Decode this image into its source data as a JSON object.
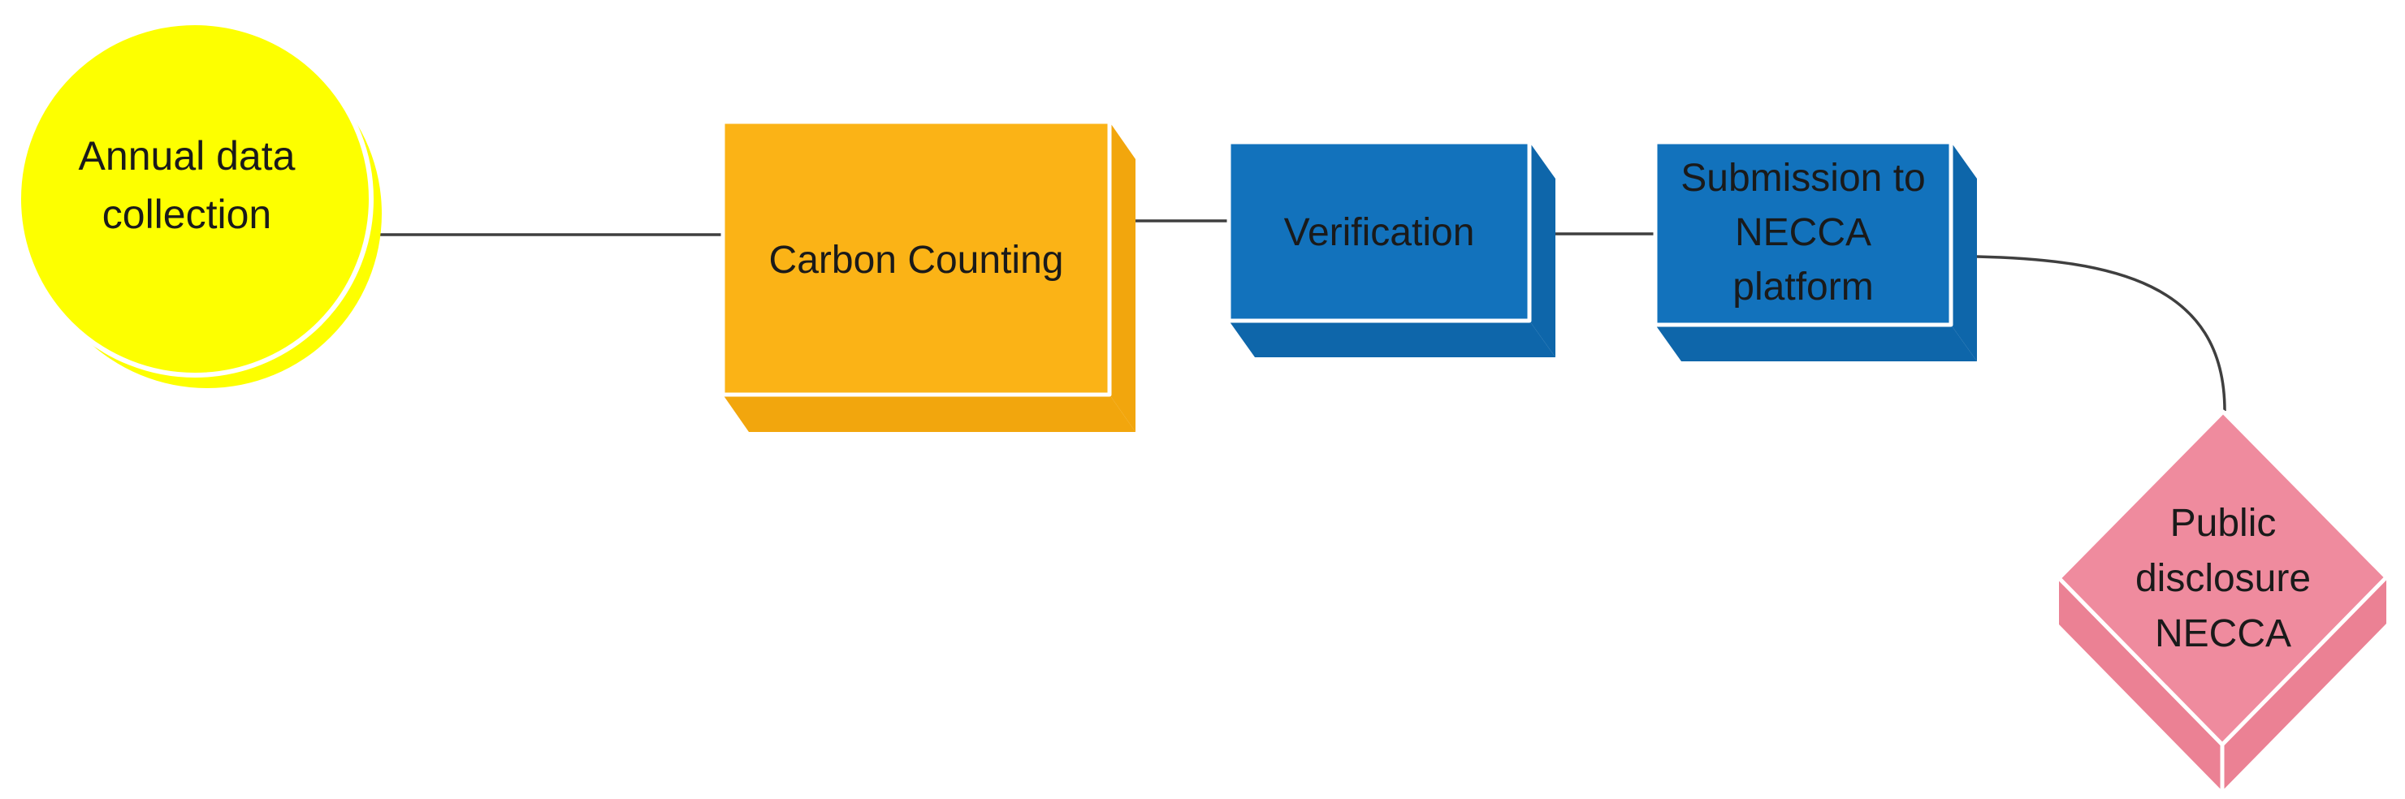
{
  "figure": {
    "background_color": "#FFFFFF",
    "text_color": "#1A1A1A",
    "connector": {
      "color": "#3F3F3F",
      "style": "thin solid, elbow curve into diamond"
    },
    "nodes": [
      {
        "id": "annual-data-collection",
        "shape": "circle-3d",
        "fill": "#FDFF00",
        "fill_side": "#FDFF00",
        "lines": [
          "Annual data",
          "collection"
        ]
      },
      {
        "id": "carbon-counting",
        "shape": "cube-3d",
        "fill": "#FBB316",
        "fill_side": "#F2A60D",
        "lines": [
          "Carbon Counting"
        ]
      },
      {
        "id": "verification",
        "shape": "cube-3d",
        "fill": "#1272BC",
        "fill_side": "#0E66AA",
        "lines": [
          "Verification"
        ]
      },
      {
        "id": "submission-necca-platform",
        "shape": "cube-3d",
        "fill": "#1272BC",
        "fill_side": "#0E66AA",
        "lines": [
          "Submission to",
          "NECCA",
          "platform"
        ]
      },
      {
        "id": "public-disclosure-necca",
        "shape": "diamond-3d",
        "fill": "#EF8B9E",
        "fill_side": "#EB8194",
        "lines": [
          "Public",
          "disclosure",
          "NECCA"
        ]
      }
    ],
    "connections": [
      {
        "from": "annual-data-collection",
        "to": "carbon-counting",
        "type": "straight"
      },
      {
        "from": "carbon-counting",
        "to": "verification",
        "type": "straight"
      },
      {
        "from": "verification",
        "to": "submission-necca-platform",
        "type": "straight"
      },
      {
        "from": "submission-necca-platform",
        "to": "public-disclosure-necca",
        "type": "curved"
      }
    ]
  }
}
